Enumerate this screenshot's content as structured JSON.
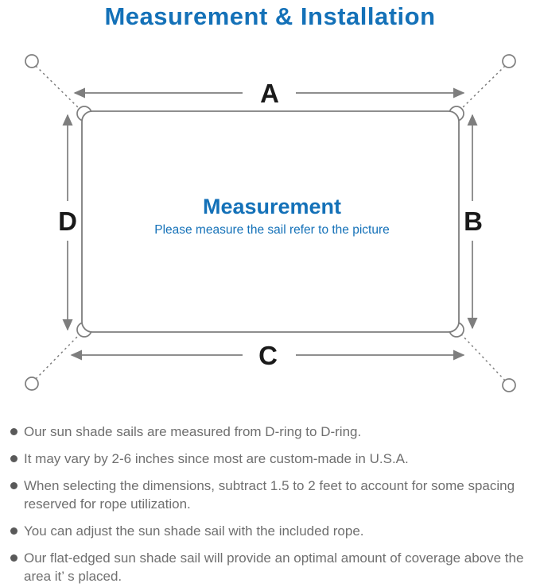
{
  "page_title": "Measurement & Installation",
  "diagram": {
    "labels": {
      "top": "A",
      "right": "B",
      "bottom": "C",
      "left": "D"
    },
    "center_heading": "Measurement",
    "center_subtitle": "Please measure the sail refer to the picture"
  },
  "notes": [
    "Our sun shade sails are measured from D-ring to D-ring.",
    "It may vary by 2-6 inches since most are custom-made in U.S.A.",
    "When selecting the dimensions, subtract 1.5 to 2 feet to account for some spacing reserved for rope utilization.",
    "You can adjust the sun shade sail with the included rope.",
    "Our flat-edged sun shade sail will provide an optimal amount of coverage above the area it’ s placed."
  ],
  "colors": {
    "accent_blue": "#1471b8",
    "diagram_gray": "#7e7e7e",
    "note_text_gray": "#6f6f6f",
    "label_black": "#1a1a1a"
  }
}
